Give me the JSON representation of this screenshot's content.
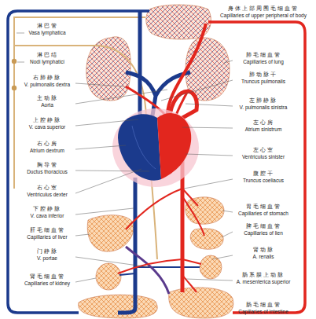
{
  "diagram": {
    "labels": [
      "淋巴管",
      "Vasa lymphatica",
      "淋巴结",
      "Nodi lymphatici",
      "右肺静脉",
      "V. pulmonalis dextra",
      "主动脉",
      "Aorta",
      "上腔静脉",
      "V. cava superior",
      "右心房",
      "Atrium dextrum",
      "胸导管",
      "Ductus thoracicus",
      "右心室",
      "Ventriculus dexter",
      "下腔静脉",
      "V. cava inferior",
      "肝毛细血管",
      "Capillaries of liver",
      "门静脉",
      "V. portae",
      "肾毛细血管",
      "Capillaries of kidney",
      "身体上部周围毛细血管",
      "Capillaries of upper peripheral of body",
      "肺毛细血管",
      "Capillaries of lung",
      "肺动脉干",
      "Truncus pulmonalis",
      "左肺静脉",
      "V. pulmonalis sinistra",
      "左心房",
      "Atrium sinistrum",
      "左心室",
      "Ventriculus sinister",
      "腹腔干",
      "Truncus coeliacus",
      "胃毛细血管",
      "Capillaries of stomach",
      "脾毛细血管",
      "Capillaries of lien",
      "肾动脉",
      "A. renalis",
      "肠系膜上动脉",
      "A. mesenterica superior",
      "肠毛细血管",
      "Capillaries of intestine"
    ]
  }
}
